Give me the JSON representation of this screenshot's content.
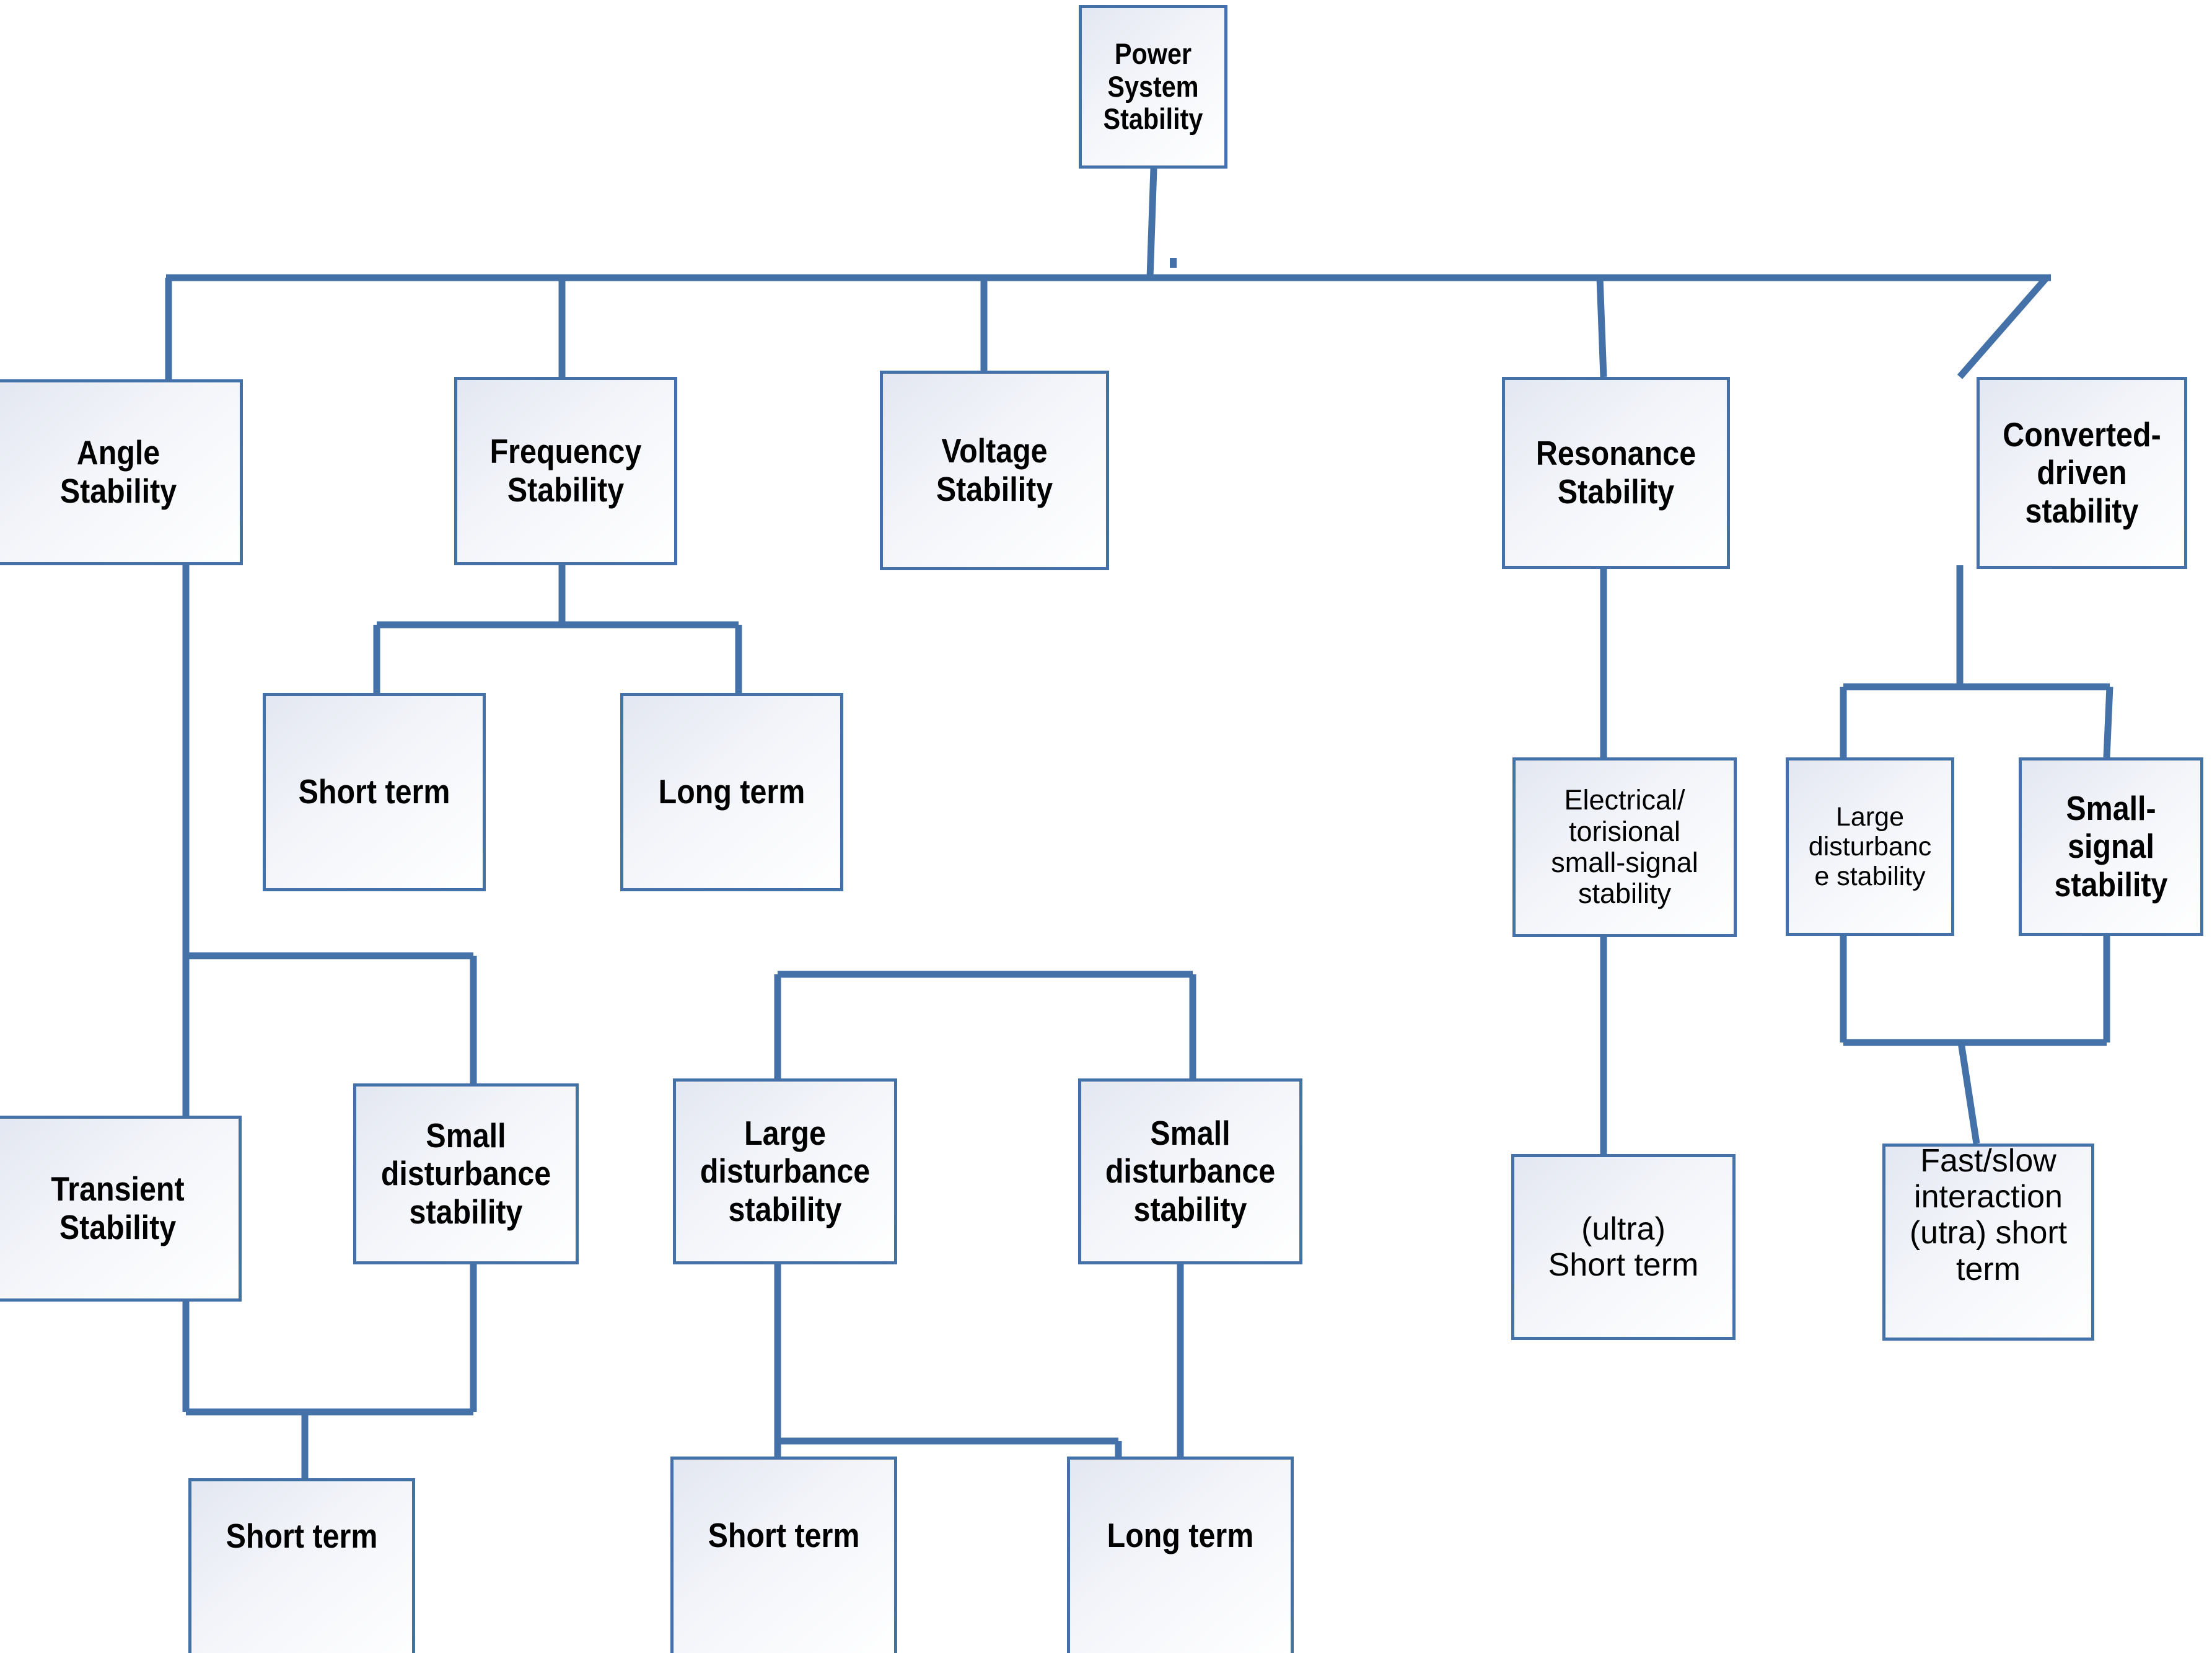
{
  "diagram": {
    "title": "Power System Stability classification tree",
    "accent_color": "#4472a8",
    "fill_color": "#f2f4fa",
    "text_color": "#000000"
  },
  "nodes": {
    "root": "Power\nSystem\nStability",
    "angle_stability": "Angle\nStability",
    "frequency_stability": "Frequency\nStability",
    "voltage_stability": "Voltage\nStability",
    "resonance_stability": "Resonance\nStability",
    "converter_driven_stability": "Converted-\ndriven\nstability",
    "freq_short_term": "Short term",
    "freq_long_term": "Long term",
    "resonance_small_signal": "Electrical/\ntorisional\nsmall-signal\nstability",
    "converter_large_disturbance": "Large\ndisturbanc\ne stability",
    "converter_small_signal": "Small-\nsignal\nstability",
    "transient_stability": "Transient\nStability",
    "angle_small_disturbance": "Small\ndisturbance\nstability",
    "voltage_large_disturbance": "Large\ndisturbance\nstability",
    "voltage_small_disturbance": "Small\ndisturbance\nstability",
    "resonance_ultra_short_term": "(ultra)\nShort term",
    "converter_fast_slow": "Fast/slow\ninteraction\n(utra) short\nterm",
    "angle_short_term": "Short term",
    "voltage_bottom_short_term": "Short term",
    "voltage_bottom_long_term": "Long term"
  }
}
